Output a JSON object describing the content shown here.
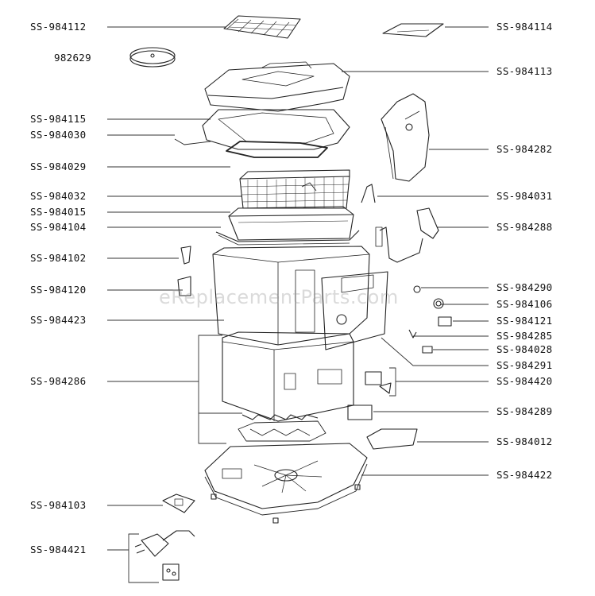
{
  "watermark": "eReplacementParts.com",
  "labels_left": [
    {
      "id": "SS-984112"
    },
    {
      "id": "982629"
    },
    {
      "id": "SS-984115"
    },
    {
      "id": "SS-984030"
    },
    {
      "id": "SS-984029"
    },
    {
      "id": "SS-984032"
    },
    {
      "id": "SS-984015"
    },
    {
      "id": "SS-984104"
    },
    {
      "id": "SS-984102"
    },
    {
      "id": "SS-984120"
    },
    {
      "id": "SS-984423"
    },
    {
      "id": "SS-984286"
    },
    {
      "id": "SS-984103"
    },
    {
      "id": "SS-984421"
    }
  ],
  "labels_right": [
    {
      "id": "SS-984114"
    },
    {
      "id": "SS-984113"
    },
    {
      "id": "SS-984282"
    },
    {
      "id": "SS-984031"
    },
    {
      "id": "SS-984288"
    },
    {
      "id": "SS-984290"
    },
    {
      "id": "SS-984106"
    },
    {
      "id": "SS-984121"
    },
    {
      "id": "SS-984285"
    },
    {
      "id": "SS-984028"
    },
    {
      "id": "SS-984291"
    },
    {
      "id": "SS-984420"
    },
    {
      "id": "SS-984289"
    },
    {
      "id": "SS-984012"
    },
    {
      "id": "SS-984422"
    }
  ]
}
